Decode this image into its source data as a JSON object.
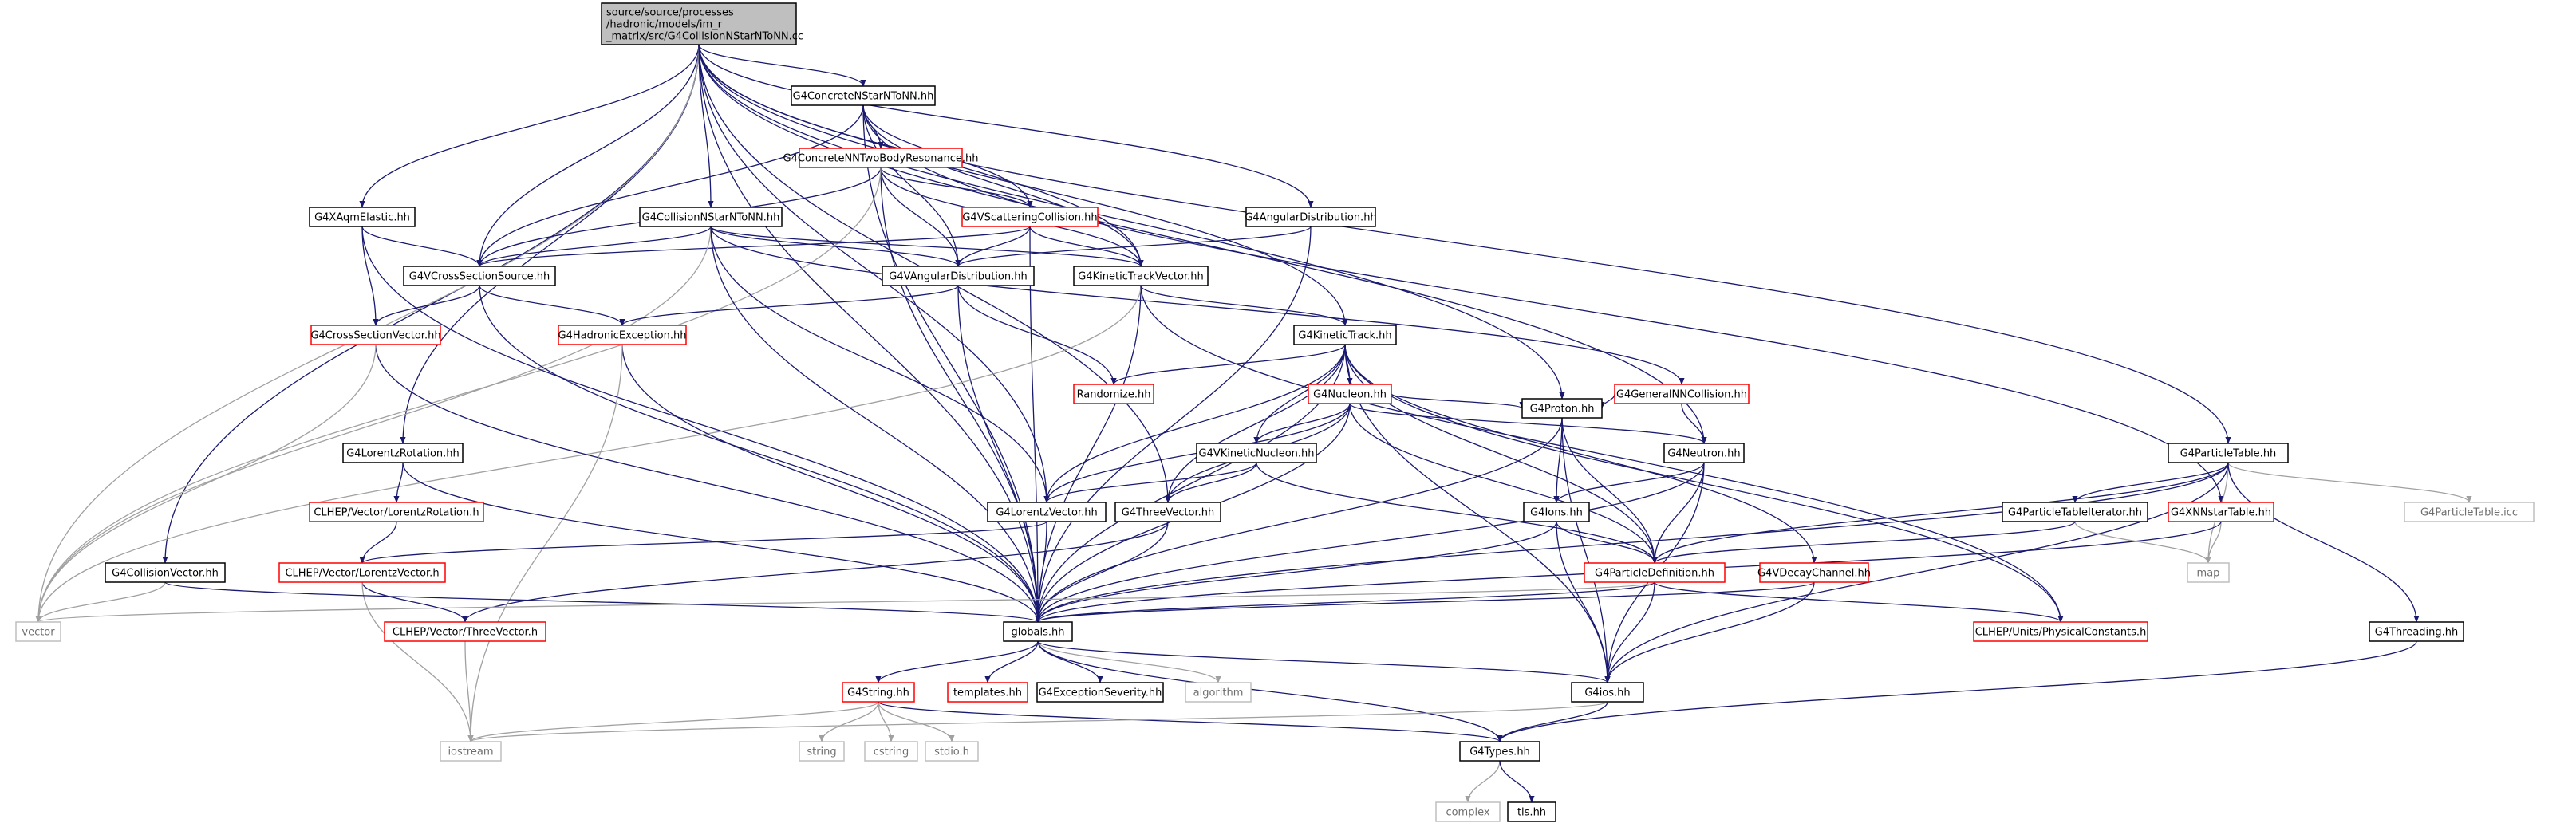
{
  "diagram": {
    "type": "include-dependency-graph",
    "colors": {
      "edge": "#191970",
      "edge_to_system_header": "#a0a0a0",
      "root_fill": "#bfbfbf",
      "documented_border": "#000000",
      "truncated_border": "#ff0000",
      "system_border": "#bfbfbf"
    },
    "nodes": [
      {
        "id": "root",
        "kind": "root",
        "lines": [
          "source/source/processes",
          "/hadronic/models/im_r",
          "_matrix/src/G4CollisionNStarNToNN.cc"
        ]
      },
      {
        "id": "concreteNStar",
        "kind": "black",
        "lines": [
          "G4ConcreteNStarNToNN.hh"
        ]
      },
      {
        "id": "concreteNNTwoBody",
        "kind": "red",
        "lines": [
          "G4ConcreteNNTwoBodyResonance.hh"
        ]
      },
      {
        "id": "xaqmElastic",
        "kind": "black",
        "lines": [
          "G4XAqmElastic.hh"
        ]
      },
      {
        "id": "collisionNStar",
        "kind": "black",
        "lines": [
          "G4CollisionNStarNToNN.hh"
        ]
      },
      {
        "id": "vScattering",
        "kind": "red",
        "lines": [
          "G4VScatteringCollision.hh"
        ]
      },
      {
        "id": "angularDist",
        "kind": "black",
        "lines": [
          "G4AngularDistribution.hh"
        ]
      },
      {
        "id": "vCrossSectionSource",
        "kind": "black",
        "lines": [
          "G4VCrossSectionSource.hh"
        ]
      },
      {
        "id": "vAngularDist",
        "kind": "black",
        "lines": [
          "G4VAngularDistribution.hh"
        ]
      },
      {
        "id": "kineticTrackVector",
        "kind": "black",
        "lines": [
          "G4KineticTrackVector.hh"
        ]
      },
      {
        "id": "crossSectionVector",
        "kind": "red",
        "lines": [
          "G4CrossSectionVector.hh"
        ]
      },
      {
        "id": "hadronicException",
        "kind": "red",
        "lines": [
          "G4HadronicException.hh"
        ]
      },
      {
        "id": "kineticTrack",
        "kind": "black",
        "lines": [
          "G4KineticTrack.hh"
        ]
      },
      {
        "id": "randomize",
        "kind": "red",
        "lines": [
          "Randomize.hh"
        ]
      },
      {
        "id": "nucleon",
        "kind": "red",
        "lines": [
          "G4Nucleon.hh"
        ]
      },
      {
        "id": "generalNN",
        "kind": "red",
        "lines": [
          "G4GeneralNNCollision.hh"
        ]
      },
      {
        "id": "lorentzRotation",
        "kind": "black",
        "lines": [
          "G4LorentzRotation.hh"
        ]
      },
      {
        "id": "vKineticNucleon",
        "kind": "black",
        "lines": [
          "G4VKineticNucleon.hh"
        ]
      },
      {
        "id": "proton",
        "kind": "black",
        "lines": [
          "G4Proton.hh"
        ]
      },
      {
        "id": "neutron",
        "kind": "black",
        "lines": [
          "G4Neutron.hh"
        ]
      },
      {
        "id": "particleTable",
        "kind": "black",
        "lines": [
          "G4ParticleTable.hh"
        ]
      },
      {
        "id": "clhepLorentzRotation",
        "kind": "red",
        "lines": [
          "CLHEP/Vector/LorentzRotation.h"
        ]
      },
      {
        "id": "lorentzVector",
        "kind": "black",
        "lines": [
          "G4LorentzVector.hh"
        ]
      },
      {
        "id": "threeVector",
        "kind": "black",
        "lines": [
          "G4ThreeVector.hh"
        ]
      },
      {
        "id": "ions",
        "kind": "black",
        "lines": [
          "G4Ions.hh"
        ]
      },
      {
        "id": "particleTableIterator",
        "kind": "black",
        "lines": [
          "G4ParticleTableIterator.hh"
        ]
      },
      {
        "id": "xnnstarTable",
        "kind": "red",
        "lines": [
          "G4XNNstarTable.hh"
        ]
      },
      {
        "id": "particleTableIcc",
        "kind": "gray",
        "lines": [
          "G4ParticleTable.icc"
        ]
      },
      {
        "id": "collisionVector",
        "kind": "black",
        "lines": [
          "G4CollisionVector.hh"
        ]
      },
      {
        "id": "clhepLorentzVector",
        "kind": "red",
        "lines": [
          "CLHEP/Vector/LorentzVector.h"
        ]
      },
      {
        "id": "particleDefinition",
        "kind": "red",
        "lines": [
          "G4ParticleDefinition.hh"
        ]
      },
      {
        "id": "vDecayChannel",
        "kind": "red",
        "lines": [
          "G4VDecayChannel.hh"
        ]
      },
      {
        "id": "map",
        "kind": "gray",
        "lines": [
          "map"
        ]
      },
      {
        "id": "vector",
        "kind": "gray",
        "lines": [
          "vector"
        ]
      },
      {
        "id": "clhepThreeVector",
        "kind": "red",
        "lines": [
          "CLHEP/Vector/ThreeVector.h"
        ]
      },
      {
        "id": "globals",
        "kind": "black",
        "lines": [
          "globals.hh"
        ]
      },
      {
        "id": "clhepPhysConst",
        "kind": "red",
        "lines": [
          "CLHEP/Units/PhysicalConstants.h"
        ]
      },
      {
        "id": "threading",
        "kind": "black",
        "lines": [
          "G4Threading.hh"
        ]
      },
      {
        "id": "g4string",
        "kind": "red",
        "lines": [
          "G4String.hh"
        ]
      },
      {
        "id": "templates",
        "kind": "red",
        "lines": [
          "templates.hh"
        ]
      },
      {
        "id": "exceptionSeverity",
        "kind": "black",
        "lines": [
          "G4ExceptionSeverity.hh"
        ]
      },
      {
        "id": "algorithm",
        "kind": "gray",
        "lines": [
          "algorithm"
        ]
      },
      {
        "id": "g4ios",
        "kind": "black",
        "lines": [
          "G4ios.hh"
        ]
      },
      {
        "id": "iostream",
        "kind": "gray",
        "lines": [
          "iostream"
        ]
      },
      {
        "id": "string",
        "kind": "gray",
        "lines": [
          "string"
        ]
      },
      {
        "id": "cstring",
        "kind": "gray",
        "lines": [
          "cstring"
        ]
      },
      {
        "id": "stdio",
        "kind": "gray",
        "lines": [
          "stdio.h"
        ]
      },
      {
        "id": "types",
        "kind": "black",
        "lines": [
          "G4Types.hh"
        ]
      },
      {
        "id": "complex",
        "kind": "gray",
        "lines": [
          "complex"
        ]
      },
      {
        "id": "tls",
        "kind": "black",
        "lines": [
          "tls.hh"
        ]
      }
    ],
    "edges": [
      [
        "root",
        "concreteNStar"
      ],
      [
        "root",
        "xaqmElastic"
      ],
      [
        "root",
        "collisionNStar"
      ],
      [
        "root",
        "angularDist"
      ],
      [
        "root",
        "vCrossSectionSource"
      ],
      [
        "root",
        "kineticTrackVector"
      ],
      [
        "root",
        "kineticTrack"
      ],
      [
        "root",
        "lorentzRotation"
      ],
      [
        "root",
        "collisionVector"
      ],
      [
        "root",
        "lorentzVector"
      ],
      [
        "root",
        "threeVector"
      ],
      [
        "root",
        "vector"
      ],
      [
        "root",
        "globals"
      ],
      [
        "root",
        "proton"
      ],
      [
        "root",
        "neutron"
      ],
      [
        "root",
        "particleTable"
      ],
      [
        "concreteNStar",
        "concreteNNTwoBody"
      ],
      [
        "concreteNStar",
        "vScattering"
      ],
      [
        "concreteNStar",
        "vCrossSectionSource"
      ],
      [
        "concreteNStar",
        "vAngularDist"
      ],
      [
        "concreteNStar",
        "kineticTrackVector"
      ],
      [
        "concreteNStar",
        "globals"
      ],
      [
        "concreteNStar",
        "xnnstarTable"
      ],
      [
        "concreteNNTwoBody",
        "vScattering"
      ],
      [
        "concreteNNTwoBody",
        "vCrossSectionSource"
      ],
      [
        "concreteNNTwoBody",
        "vAngularDist"
      ],
      [
        "concreteNNTwoBody",
        "kineticTrackVector"
      ],
      [
        "concreteNNTwoBody",
        "globals"
      ],
      [
        "concreteNNTwoBody",
        "vector"
      ],
      [
        "vScattering",
        "vCrossSectionSource"
      ],
      [
        "vScattering",
        "vAngularDist"
      ],
      [
        "vScattering",
        "kineticTrackVector"
      ],
      [
        "vScattering",
        "globals"
      ],
      [
        "xaqmElastic",
        "vCrossSectionSource"
      ],
      [
        "xaqmElastic",
        "crossSectionVector"
      ],
      [
        "xaqmElastic",
        "globals"
      ],
      [
        "collisionNStar",
        "vCrossSectionSource"
      ],
      [
        "collisionNStar",
        "vAngularDist"
      ],
      [
        "collisionNStar",
        "kineticTrackVector"
      ],
      [
        "collisionNStar",
        "generalNN"
      ],
      [
        "collisionNStar",
        "globals"
      ],
      [
        "collisionNStar",
        "vector"
      ],
      [
        "collisionNStar",
        "lorentzVector"
      ],
      [
        "angularDist",
        "vAngularDist"
      ],
      [
        "angularDist",
        "globals"
      ],
      [
        "vCrossSectionSource",
        "crossSectionVector"
      ],
      [
        "vCrossSectionSource",
        "hadronicException"
      ],
      [
        "vCrossSectionSource",
        "globals"
      ],
      [
        "vAngularDist",
        "randomize"
      ],
      [
        "vAngularDist",
        "globals"
      ],
      [
        "vAngularDist",
        "hadronicException"
      ],
      [
        "kineticTrackVector",
        "kineticTrack"
      ],
      [
        "kineticTrackVector",
        "globals"
      ],
      [
        "kineticTrackVector",
        "vector"
      ],
      [
        "kineticTrackVector",
        "clhepPhysConst"
      ],
      [
        "crossSectionVector",
        "globals"
      ],
      [
        "crossSectionVector",
        "vector"
      ],
      [
        "hadronicException",
        "globals"
      ],
      [
        "hadronicException",
        "iostream"
      ],
      [
        "kineticTrack",
        "randomize"
      ],
      [
        "kineticTrack",
        "nucleon"
      ],
      [
        "kineticTrack",
        "vKineticNucleon"
      ],
      [
        "kineticTrack",
        "lorentzVector"
      ],
      [
        "kineticTrack",
        "threeVector"
      ],
      [
        "kineticTrack",
        "globals"
      ],
      [
        "kineticTrack",
        "vDecayChannel"
      ],
      [
        "kineticTrack",
        "particleDefinition"
      ],
      [
        "kineticTrack",
        "clhepPhysConst"
      ],
      [
        "kineticTrack",
        "g4ios"
      ],
      [
        "nucleon",
        "vKineticNucleon"
      ],
      [
        "nucleon",
        "lorentzVector"
      ],
      [
        "nucleon",
        "threeVector"
      ],
      [
        "nucleon",
        "globals"
      ],
      [
        "nucleon",
        "proton"
      ],
      [
        "nucleon",
        "neutron"
      ],
      [
        "nucleon",
        "particleDefinition"
      ],
      [
        "generalNN",
        "proton"
      ],
      [
        "generalNN",
        "neutron"
      ],
      [
        "vKineticNucleon",
        "lorentzVector"
      ],
      [
        "vKineticNucleon",
        "threeVector"
      ],
      [
        "vKineticNucleon",
        "particleDefinition"
      ],
      [
        "lorentzRotation",
        "clhepLorentzRotation"
      ],
      [
        "lorentzRotation",
        "globals"
      ],
      [
        "clhepLorentzRotation",
        "clhepLorentzVector"
      ],
      [
        "lorentzVector",
        "clhepLorentzVector"
      ],
      [
        "lorentzVector",
        "globals"
      ],
      [
        "threeVector",
        "clhepThreeVector"
      ],
      [
        "threeVector",
        "globals"
      ],
      [
        "clhepLorentzVector",
        "clhepThreeVector"
      ],
      [
        "clhepLorentzVector",
        "iostream"
      ],
      [
        "clhepThreeVector",
        "iostream"
      ],
      [
        "proton",
        "ions"
      ],
      [
        "proton",
        "globals"
      ],
      [
        "proton",
        "particleDefinition"
      ],
      [
        "proton",
        "g4ios"
      ],
      [
        "neutron",
        "ions"
      ],
      [
        "neutron",
        "globals"
      ],
      [
        "neutron",
        "particleDefinition"
      ],
      [
        "neutron",
        "g4ios"
      ],
      [
        "ions",
        "globals"
      ],
      [
        "ions",
        "particleDefinition"
      ],
      [
        "ions",
        "g4ios"
      ],
      [
        "particleTable",
        "particleTableIterator"
      ],
      [
        "particleTable",
        "particleDefinition"
      ],
      [
        "particleTable",
        "map"
      ],
      [
        "particleTable",
        "particleTableIcc"
      ],
      [
        "particleTable",
        "threading"
      ],
      [
        "particleTable",
        "globals"
      ],
      [
        "particleTable",
        "g4ios"
      ],
      [
        "particleTableIterator",
        "map"
      ],
      [
        "particleTableIterator",
        "particleDefinition"
      ],
      [
        "xnnstarTable",
        "map"
      ],
      [
        "xnnstarTable",
        "globals"
      ],
      [
        "particleDefinition",
        "vector"
      ],
      [
        "particleDefinition",
        "globals"
      ],
      [
        "particleDefinition",
        "clhepPhysConst"
      ],
      [
        "particleDefinition",
        "g4ios"
      ],
      [
        "vDecayChannel",
        "globals"
      ],
      [
        "vDecayChannel",
        "g4ios"
      ],
      [
        "collisionVector",
        "vector"
      ],
      [
        "collisionVector",
        "globals"
      ],
      [
        "threading",
        "types"
      ],
      [
        "globals",
        "g4string"
      ],
      [
        "globals",
        "templates"
      ],
      [
        "globals",
        "exceptionSeverity"
      ],
      [
        "globals",
        "algorithm"
      ],
      [
        "globals",
        "g4ios"
      ],
      [
        "globals",
        "types"
      ],
      [
        "g4string",
        "string"
      ],
      [
        "g4string",
        "cstring"
      ],
      [
        "g4string",
        "stdio"
      ],
      [
        "g4string",
        "iostream"
      ],
      [
        "g4string",
        "types"
      ],
      [
        "g4ios",
        "types"
      ],
      [
        "g4ios",
        "iostream"
      ],
      [
        "types",
        "complex"
      ],
      [
        "types",
        "tls"
      ]
    ]
  }
}
